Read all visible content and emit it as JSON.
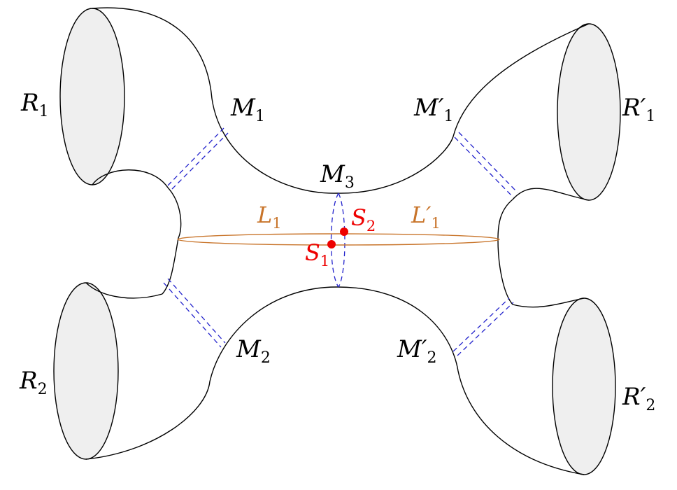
{
  "colors": {
    "outline": "#000000",
    "boundary_fill": "#efefef",
    "cut": "#2222cc",
    "loop": "#c8742a",
    "point": "#ee0000"
  },
  "labels": {
    "R1": {
      "main": "R",
      "sub": "1"
    },
    "R2": {
      "main": "R",
      "sub": "2"
    },
    "Rp1": {
      "main": "R′",
      "sub": "1"
    },
    "Rp2": {
      "main": "R′",
      "sub": "2"
    },
    "M1": {
      "main": "M",
      "sub": "1"
    },
    "M2": {
      "main": "M",
      "sub": "2"
    },
    "M3": {
      "main": "M",
      "sub": "3"
    },
    "Mp1": {
      "main": "M′",
      "sub": "1"
    },
    "Mp2": {
      "main": "M′",
      "sub": "2"
    },
    "L1": {
      "main": "L",
      "sub": "1"
    },
    "Lp1": {
      "main": "L′",
      "sub": "1"
    },
    "S1": {
      "main": "S",
      "sub": "1"
    },
    "S2": {
      "main": "S",
      "sub": "2"
    }
  }
}
